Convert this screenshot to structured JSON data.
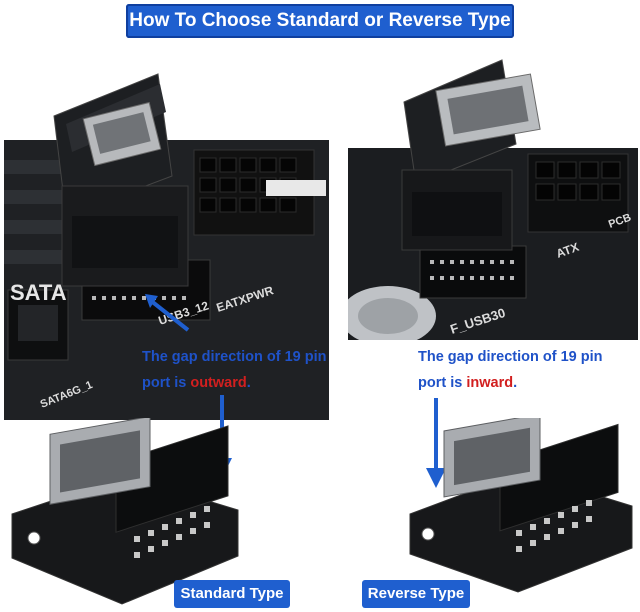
{
  "banner": {
    "title": "How To Choose Standard or Reverse Type"
  },
  "left": {
    "caption_line1": "The gap direction of 19 pin",
    "caption_line2_prefix": "port is ",
    "caption_line2_highlight": "outward",
    "caption_line2_suffix": ".",
    "board_labels": {
      "sata": "SATA",
      "sata6g": "SATA6G_1",
      "usb": "USB3_12",
      "power": "EATXPWR"
    },
    "type_label": "Standard Type"
  },
  "right": {
    "caption_line1": "The gap direction of 19 pin",
    "caption_line2_prefix": "port is ",
    "caption_line2_highlight": "inward",
    "caption_line2_suffix": ".",
    "board_labels": {
      "usb": "F_USB30",
      "atx": "ATX",
      "pcb": "PCB"
    },
    "type_label": "Reverse Type"
  },
  "colors": {
    "accent": "#1f5fcf",
    "caption": "#1f52c8",
    "highlight": "#d21f1f",
    "board": "#1c1e21"
  }
}
